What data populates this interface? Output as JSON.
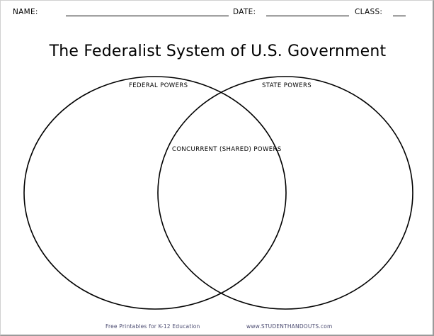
{
  "header": {
    "name_label": "NAME:",
    "date_label": "DATE:",
    "class_label": "CLASS:"
  },
  "title": "The Federalist System of U.S. Government",
  "venn": {
    "left_label": "FEDERAL POWERS",
    "right_label": "STATE POWERS",
    "overlap_label": "CONCURRENT (SHARED) POWERS"
  },
  "footer": {
    "left_text": "Free Printables for K-12 Education",
    "right_text": "www.STUDENTHANDOUTS.com"
  }
}
